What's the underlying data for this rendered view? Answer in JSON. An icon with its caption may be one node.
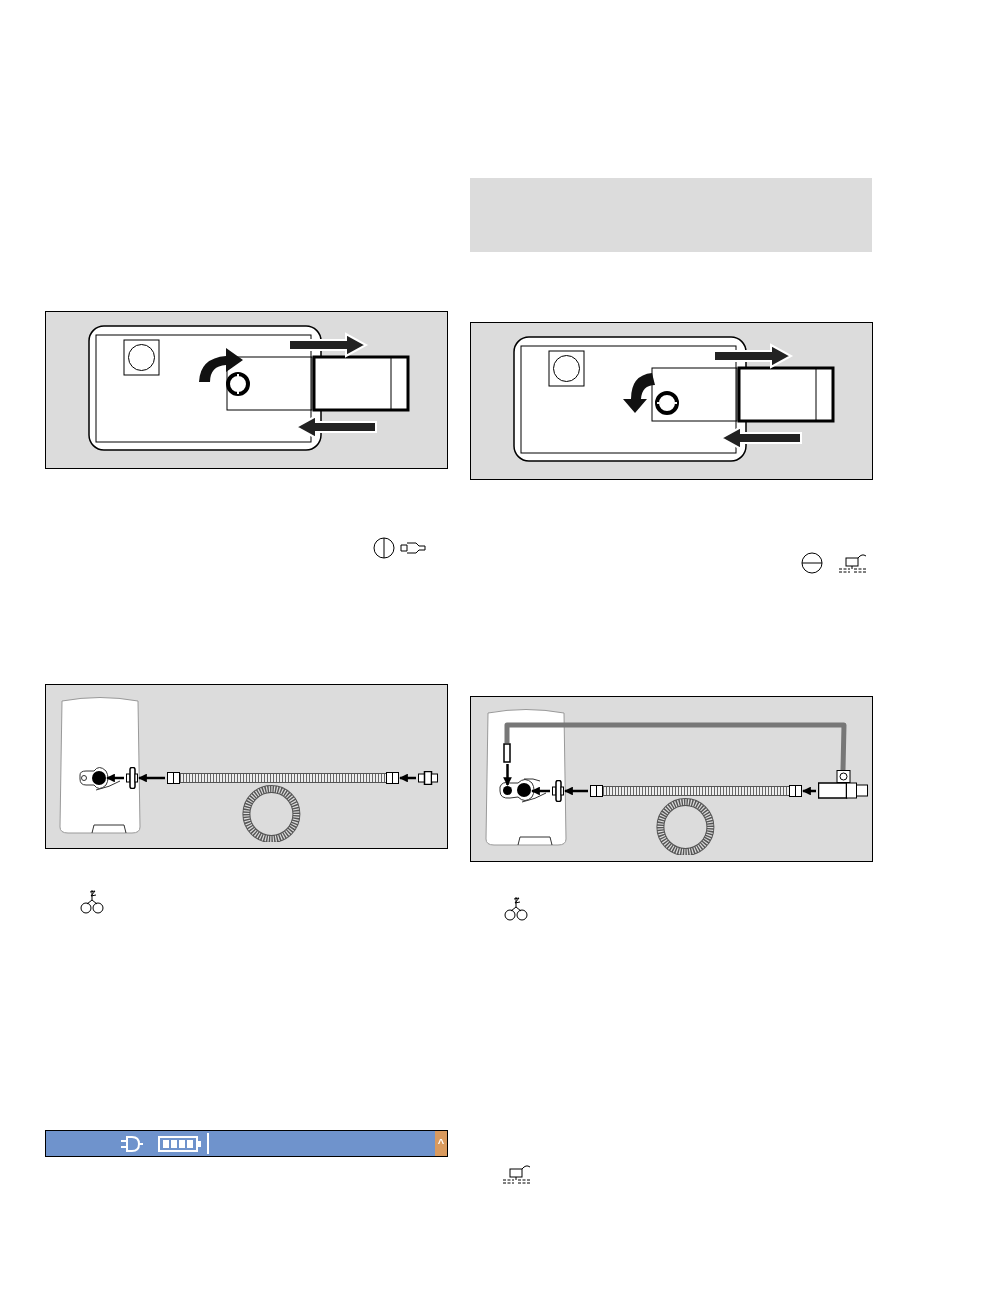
{
  "diagram": {
    "nodes": [
      {
        "text": [],
        "shape": "box"
      },
      {
        "text": [],
        "shape": "circle",
        "in": 0
      },
      {
        "text": [],
        "shape": "cylinder",
        "in": 0
      },
      {
        "text": [],
        "shape": "cylinder"
      },
      {
        "text": [],
        "shape": "cylinder"
      },
      {
        "text": [],
        "shape": "box"
      },
      {
        "text": [],
        "shape": "circle",
        "in": 5
      },
      {
        "text": [],
        "shape": "circle",
        "in": 5
      },
      {
        "text": [],
        "shape": "box",
        "in": 5
      },
      {
        "text": [],
        "shape": "cylinder",
        "in": 5
      },
      {
        "text": [],
        "shape": "cylinder"
      },
      {
        "text": [],
        "shape": "cylinder"
      }
    ],
    "edges": [
      {
        "from": 2,
        "to": 1,
        "arrow": "to"
      },
      {
        "from": 3,
        "to": 2,
        "arrow": "to"
      },
      {
        "from": 4,
        "to": 3,
        "arrow": "to"
      },
      {
        "from": 9,
        "to": 7,
        "arrow": "to"
      },
      {
        "from": 10,
        "to": 9,
        "arrow": "to"
      },
      {
        "from": 11,
        "to": 10,
        "arrow": "to"
      },
      {
        "from": 8,
        "to": 6,
        "arrow": "to"
      },
      {
        "from": 11,
        "to": 8,
        "arrow": "none",
        "style": "thick",
        "color": "#777777"
      }
    ],
    "labels": [
      "^"
    ]
  }
}
